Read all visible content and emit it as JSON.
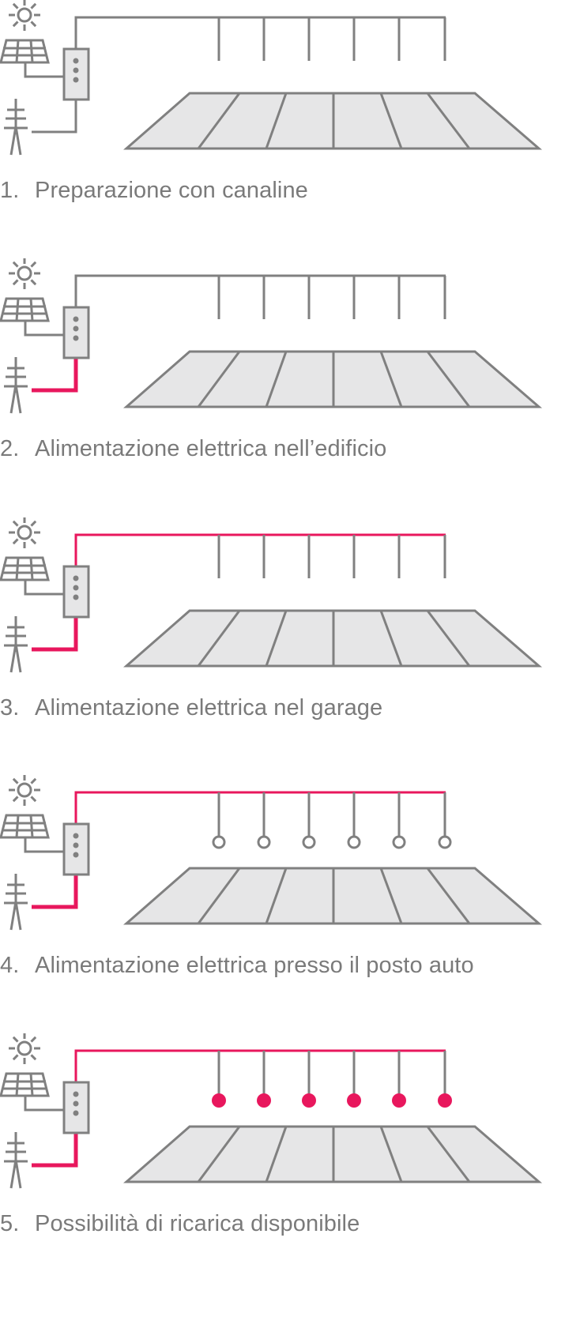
{
  "colors": {
    "grey": "#808080",
    "fill": "#e6e6e7",
    "active": "#e8175d",
    "text": "#7a7a7a"
  },
  "steps": [
    {
      "number": "1.",
      "label": "Preparazione con canaline",
      "grid_power": false,
      "garage_power": false,
      "outlets": "none"
    },
    {
      "number": "2.",
      "label": "Alimentazione elettrica nell’edificio",
      "grid_power": true,
      "garage_power": false,
      "outlets": "none"
    },
    {
      "number": "3.",
      "label": "Alimentazione elettrica nel garage",
      "grid_power": true,
      "garage_power": true,
      "outlets": "none"
    },
    {
      "number": "4.",
      "label": "Alimentazione elettrica presso il posto auto",
      "grid_power": true,
      "garage_power": true,
      "outlets": "open"
    },
    {
      "number": "5.",
      "label": "Possibilità di ricarica disponibile",
      "grid_power": true,
      "garage_power": true,
      "outlets": "filled"
    }
  ]
}
